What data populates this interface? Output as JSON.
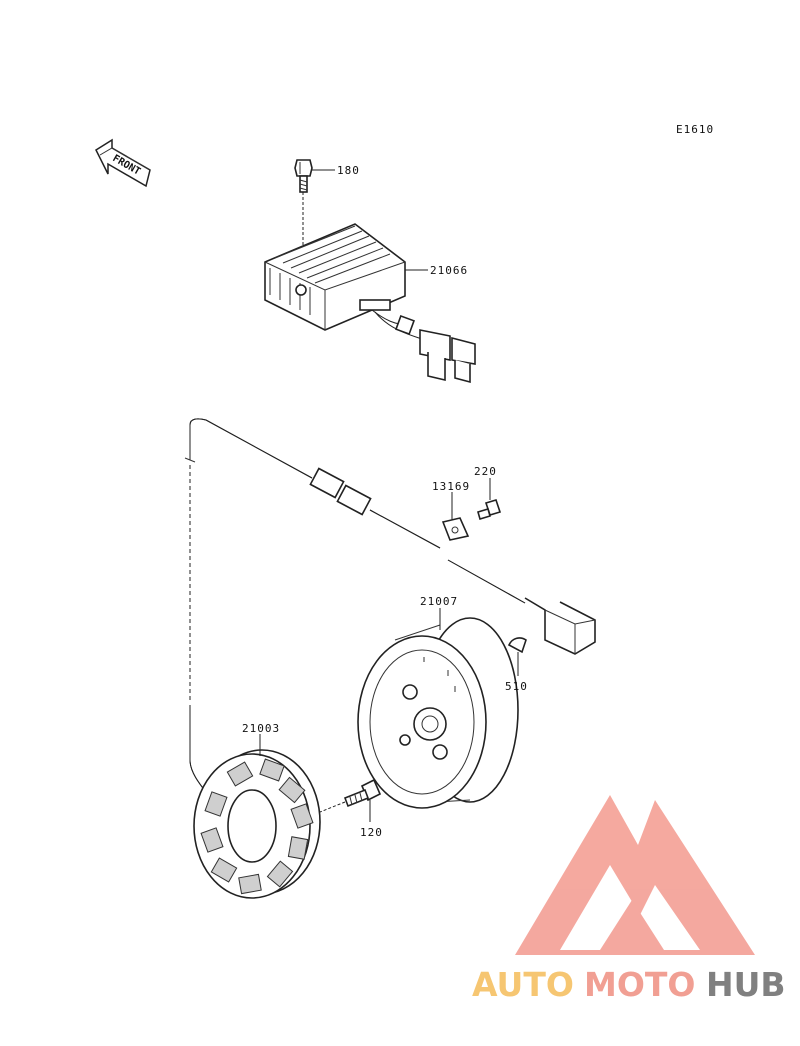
{
  "diagram": {
    "code": "E1610",
    "front_label": "FRONT",
    "parts": [
      {
        "id": "p180",
        "number": "180"
      },
      {
        "id": "p21066",
        "number": "21066"
      },
      {
        "id": "p220",
        "number": "220"
      },
      {
        "id": "p13169",
        "number": "13169"
      },
      {
        "id": "p21007",
        "number": "21007"
      },
      {
        "id": "p510",
        "number": "510"
      },
      {
        "id": "p21003",
        "number": "21003"
      },
      {
        "id": "p120",
        "number": "120"
      }
    ]
  },
  "watermark": {
    "brand_part1": "AUTO",
    "brand_part2": "MOTO",
    "brand_part3": "HUB",
    "colors": {
      "part1": "#f6c36b",
      "part2": "#f19a8e",
      "part3": "#7a7a7a",
      "logo": "#f4a49a"
    }
  }
}
